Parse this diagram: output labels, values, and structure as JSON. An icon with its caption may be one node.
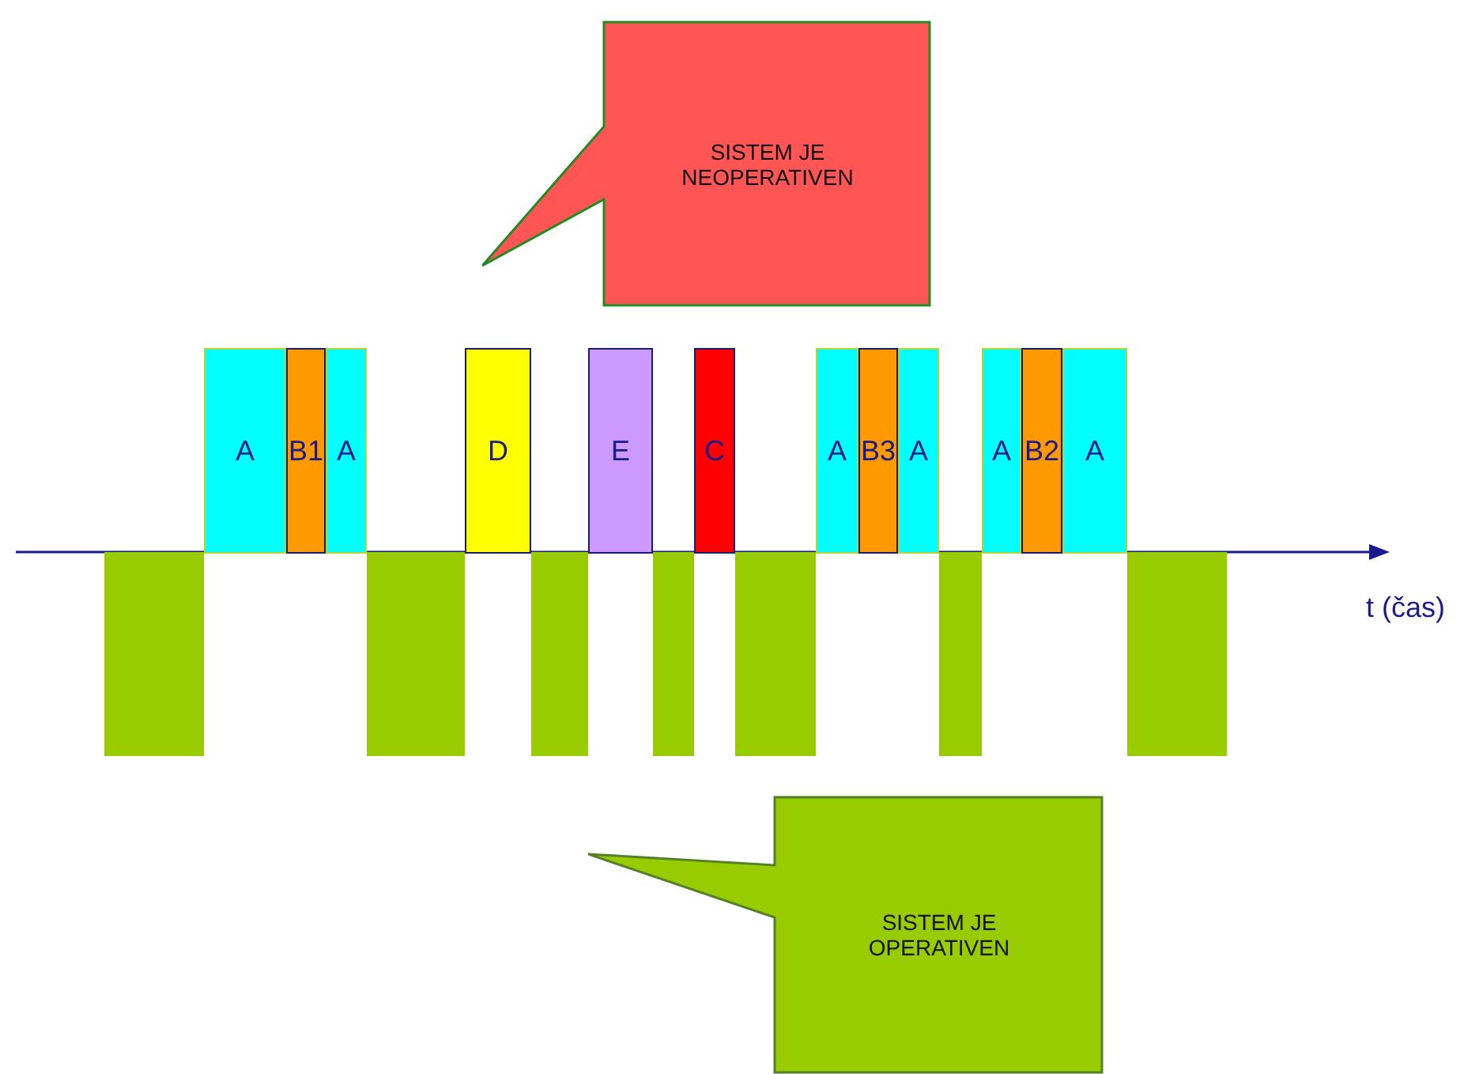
{
  "diagram": {
    "nodes": [
      {
        "text": [
          "SISTEM JE NEOPERATIVEN"
        ]
      },
      {
        "text": [
          "A"
        ]
      },
      {
        "text": [
          "B1"
        ]
      },
      {
        "text": [
          "A"
        ]
      },
      {
        "text": [
          "D"
        ]
      },
      {
        "text": [
          "E"
        ]
      },
      {
        "text": [
          "C"
        ]
      },
      {
        "text": [
          "A"
        ]
      },
      {
        "text": [
          "B3"
        ]
      },
      {
        "text": [
          "A"
        ]
      },
      {
        "text": [
          "A"
        ]
      },
      {
        "text": [
          "B2"
        ]
      },
      {
        "text": [
          "A"
        ]
      },
      {
        "text": [],
        "shape": "bar"
      },
      {
        "text": [],
        "shape": "bar"
      },
      {
        "text": [],
        "shape": "bar"
      },
      {
        "text": [],
        "shape": "bar"
      },
      {
        "text": [],
        "shape": "bar"
      },
      {
        "text": [],
        "shape": "bar"
      },
      {
        "text": [],
        "shape": "bar"
      },
      {
        "text": [
          "SISTEM JE OPERATIVEN"
        ]
      }
    ],
    "edges": [],
    "labels": [
      "t (čas)"
    ]
  }
}
